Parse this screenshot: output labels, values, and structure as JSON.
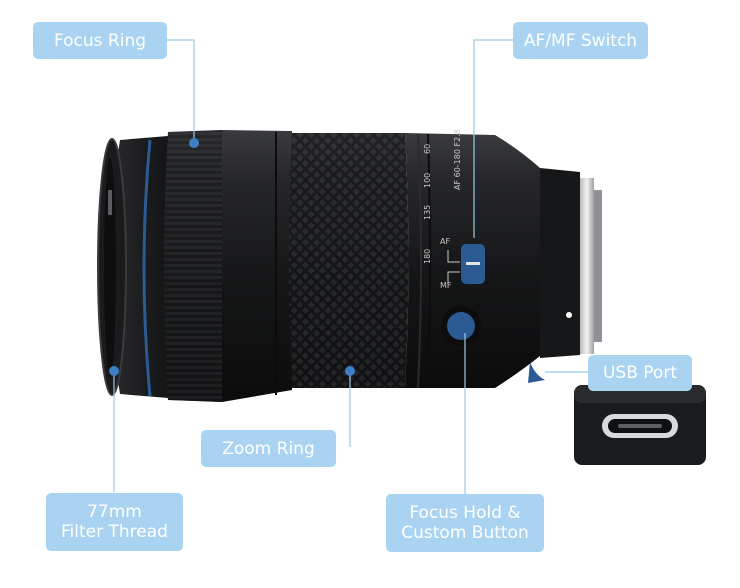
{
  "labels": {
    "focus_ring": "Focus Ring",
    "af_mf_switch": "AF/MF Switch",
    "usb_port": "USB Port",
    "zoom_ring": "Zoom Ring",
    "filter_thread_line1": "77mm",
    "filter_thread_line2": "Filter Thread",
    "focus_hold_line1": "Focus Hold &",
    "focus_hold_line2": "Custom Button"
  },
  "lens_markings": {
    "model": "AF 60-180 F2.8",
    "focal_180": "180",
    "focal_135": "135",
    "focal_100": "100",
    "focal_60": "60",
    "switch_af": "AF",
    "switch_mf": "MF"
  },
  "colors": {
    "label_bg": "#a9d3f0",
    "leader_line": "#9bc9ea",
    "accent_blue": "#2c5b94",
    "lens_body": "#1b1c1e"
  }
}
